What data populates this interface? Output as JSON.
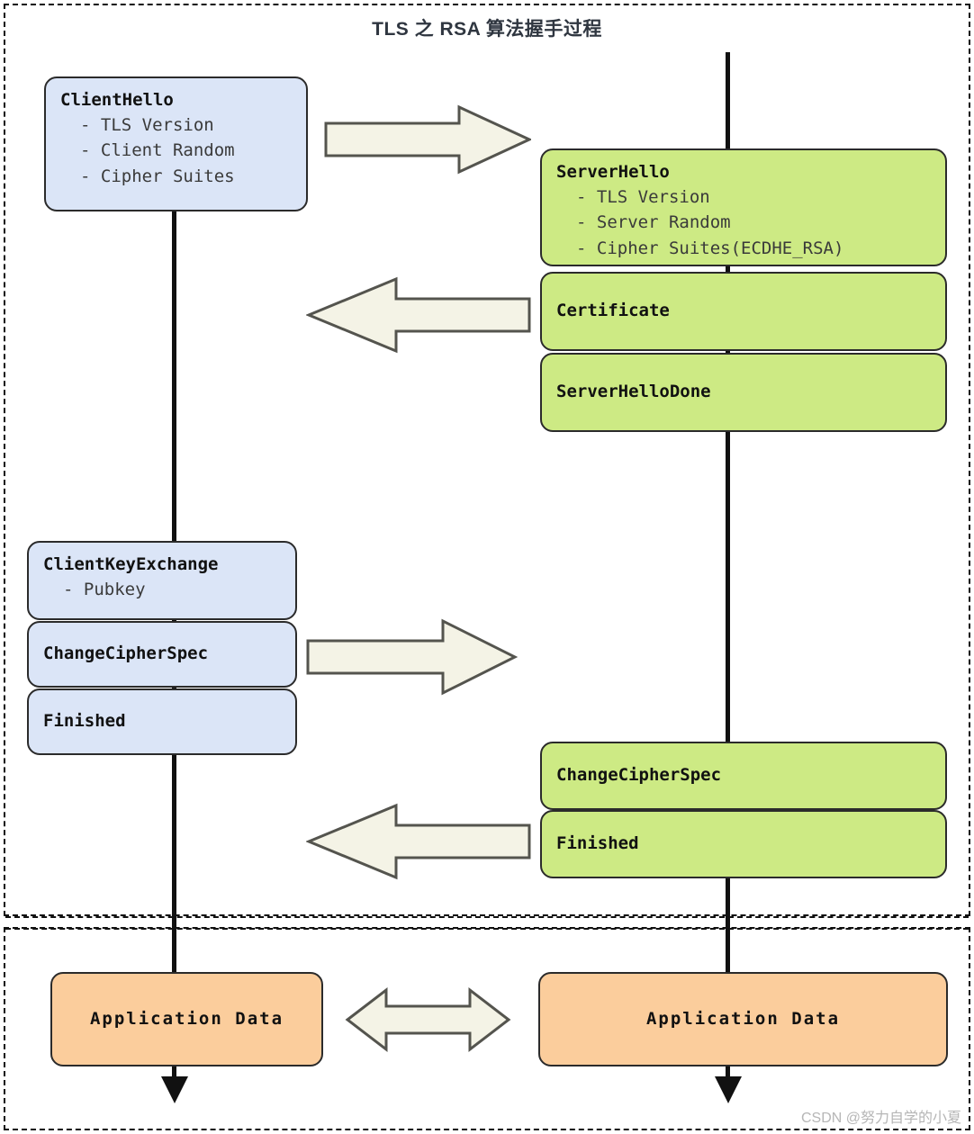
{
  "title": "TLS 之 RSA 算法握手过程",
  "colors": {
    "client_box_fill": "#dbe5f7",
    "server_box_fill": "#cdea84",
    "appdata_box_fill": "#fbcd9c",
    "arrow_fill": "#f4f3e6",
    "arrow_stroke": "#54544e",
    "box_stroke": "#2b2b2b",
    "lifeline": "#111111",
    "title_color": "#2f3640",
    "watermark_color": "#b6b6b6"
  },
  "lifelines": {
    "client_label": "client-lifeline",
    "server_label": "server-lifeline"
  },
  "sections": {
    "handshake_frame": "tls-handshake-phase",
    "appdata_frame": "application-data-phase"
  },
  "messages": {
    "client_hello": {
      "title": "ClientHello",
      "lines": [
        "- TLS Version",
        "- Client Random",
        "- Cipher Suites"
      ]
    },
    "server_hello": {
      "title": "ServerHello",
      "lines": [
        "- TLS Version",
        "- Server Random",
        "- Cipher Suites(ECDHE_RSA)"
      ]
    },
    "certificate": {
      "title": "Certificate",
      "lines": []
    },
    "server_hello_done": {
      "title": "ServerHelloDone",
      "lines": []
    },
    "client_key_exchange": {
      "title": "ClientKeyExchange",
      "lines": [
        "- Pubkey"
      ]
    },
    "client_change_cipher_spec": {
      "title": "ChangeCipherSpec",
      "lines": []
    },
    "client_finished": {
      "title": "Finished",
      "lines": []
    },
    "server_change_cipher_spec": {
      "title": "ChangeCipherSpec",
      "lines": []
    },
    "server_finished": {
      "title": "Finished",
      "lines": []
    },
    "application_data_client": {
      "title": "Application Data"
    },
    "application_data_server": {
      "title": "Application Data"
    }
  },
  "arrows": [
    {
      "name": "client-hello-arrow",
      "direction": "right"
    },
    {
      "name": "server-hello-response-arrow",
      "direction": "left"
    },
    {
      "name": "client-key-exchange-arrow",
      "direction": "right"
    },
    {
      "name": "server-finished-arrow",
      "direction": "left"
    },
    {
      "name": "application-data-arrow",
      "direction": "both"
    }
  ],
  "watermark": "CSDN @努力自学的小夏"
}
